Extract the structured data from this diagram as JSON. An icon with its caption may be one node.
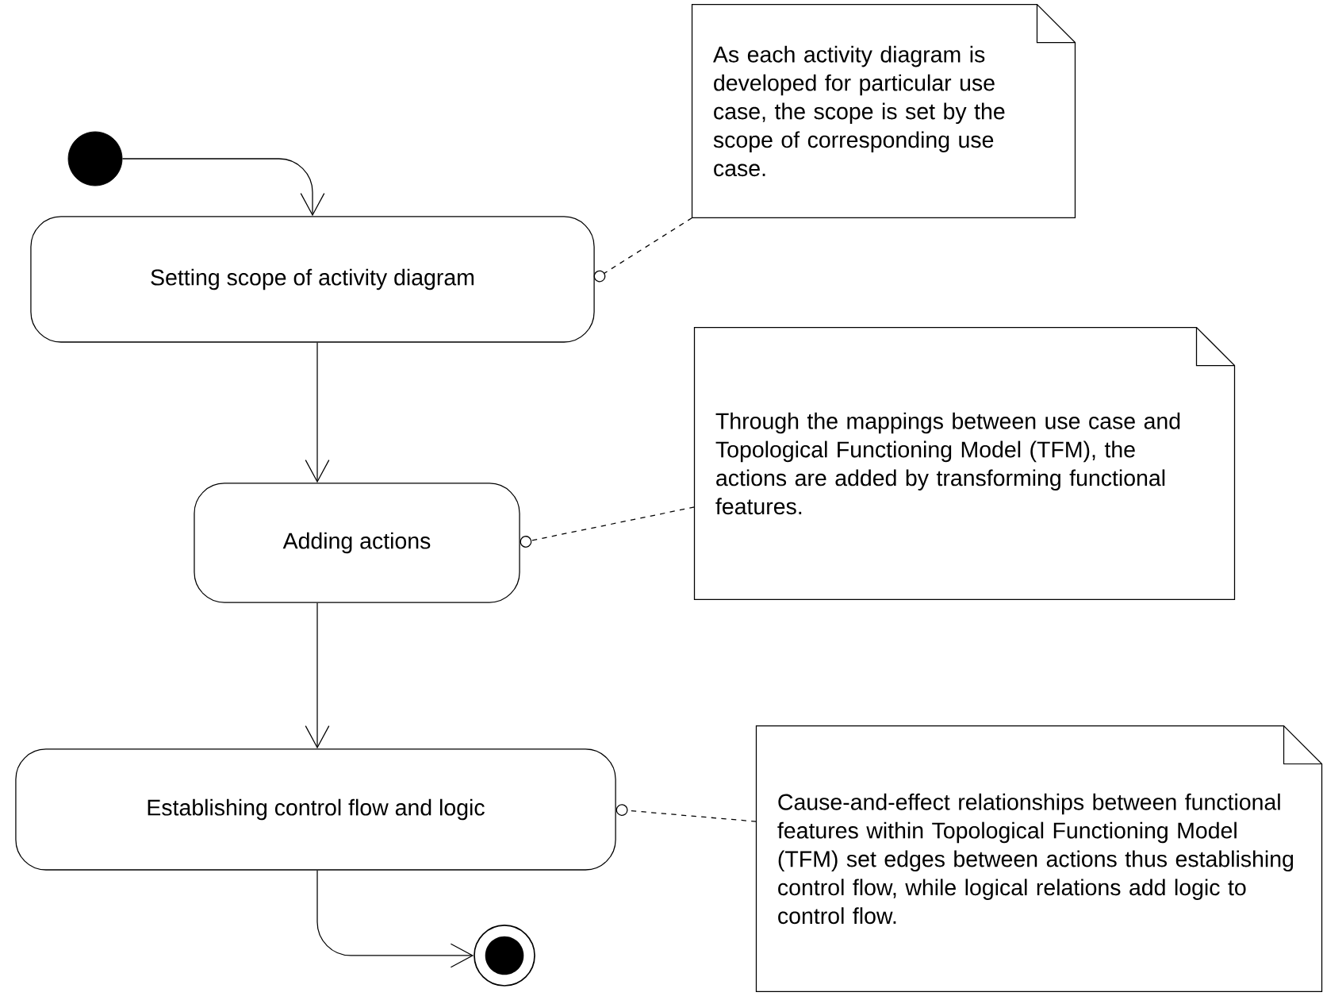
{
  "diagram": {
    "nodes": [
      {
        "text": [],
        "shape": "circle"
      },
      {
        "text": [
          "Setting scope of activity diagram"
        ]
      },
      {
        "text": [
          "Adding actions"
        ]
      },
      {
        "text": [
          "Establishing control flow and logic"
        ]
      },
      {
        "text": [],
        "shape": "circle"
      },
      {
        "text": [
          "As each activity diagram is developed for particular use case, the scope is set by the scope of corresponding use case."
        ]
      },
      {
        "text": [
          "Through the mappings between use case and Topological Functioning Model (TFM), the actions are added by transforming functional features."
        ]
      },
      {
        "text": [
          "Cause-and-effect relationships between functional features within Topological Functioning Model (TFM) set edges between actions thus establishing control flow, while logical relations add logic to control flow."
        ]
      }
    ],
    "edges": [
      {
        "from": 0,
        "to": 1,
        "arrow": "to"
      },
      {
        "from": 1,
        "to": 2,
        "arrow": "to"
      },
      {
        "from": 2,
        "to": 3,
        "arrow": "to"
      },
      {
        "from": 3,
        "to": 4,
        "arrow": "to"
      },
      {
        "from": 5,
        "to": 1,
        "arrow": "other",
        "style": "dashed"
      },
      {
        "from": 6,
        "to": 2,
        "arrow": "other",
        "style": "dashed"
      },
      {
        "from": 7,
        "to": 3,
        "arrow": "other",
        "style": "dashed"
      }
    ]
  }
}
